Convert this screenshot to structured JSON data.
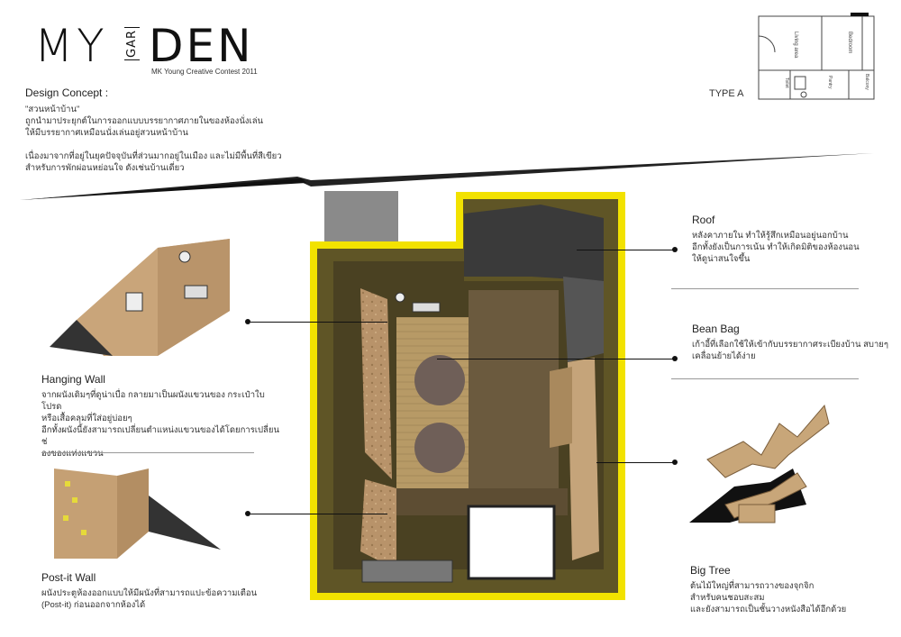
{
  "header": {
    "logo_my": "MY",
    "logo_gar": "GAR",
    "logo_den": "DEN",
    "contest": "MK Young Creative Contest 2011"
  },
  "concept": {
    "heading": "Design Concept :",
    "line1": "\"สวนหน้าบ้าน\"",
    "line2": "ถูกนำมาประยุกต์ในการออกแบบบรรยากาศภายในของห้องนั่งเล่น",
    "line3": "ให้มีบรรยากาศเหมือนนั่งเล่นอยู่สวนหน้าบ้าน",
    "line4": "เนื่องมาจากที่อยู่ในยุคปัจจุบันที่ส่วนมากอยู่ในเมือง และไม่มีพื้นที่สีเขียว",
    "line5": "สำหรับการพักผ่อนหย่อนใจ ดังเช่นบ้านเดี่ยว"
  },
  "floorplan": {
    "type_label": "TYPE A",
    "room1": "Living area",
    "room2": "Bedroom",
    "room3": "Balcony",
    "room4": "Pantry",
    "room5": "Toilet"
  },
  "sections": {
    "roof": {
      "title": "Roof",
      "l1": "หลังคาภายใน ทำให้รู้สึกเหมือนอยู่นอกบ้าน",
      "l2": "อีกทั้งยังเป็นการเน้น ทำให้เกิดมิติของห้องนอน",
      "l3": "ให้ดูน่าสนใจขึ้น"
    },
    "beanbag": {
      "title": "Bean Bag",
      "l1": "เก้าอี้ที่เลือกใช้ให้เข้ากับบรรยากาศระเบียงบ้าน สบายๆ",
      "l2": "เคลื่อนย้ายได้ง่าย"
    },
    "hanging": {
      "title": "Hanging Wall",
      "l1": "จากผนังเดิมๆที่ดูน่าเบื่อ กลายมาเป็นผนังแขวนของ กระเป๋าใบโปรด",
      "l2": "หรือเสื้อคลุมที่ใส่อยู่บ่อยๆ",
      "l3": "อีกทั้งผนังนี้ยังสามารถเปลี่ยนตำแหน่งแขวนของได้โดยการเปลี่ยนช่",
      "l4": "องของแท่งแขวน"
    },
    "postit": {
      "title": "Post-it Wall",
      "l1": "ผนังประตูห้องออกแบบให้มีผนังที่สามารถแปะข้อความเตือน",
      "l2": "(Post-it) ก่อนออกจากห้องได้"
    },
    "bigtree": {
      "title": "Big Tree",
      "l1": "ต้นไม้ใหญ่ที่สามารถวางของจุกจิก",
      "l2": "สำหรับคนชอบสะสม",
      "l3": "และยังสามารถเป็นชั้นวางหนังสือได้อีกด้วย"
    }
  }
}
